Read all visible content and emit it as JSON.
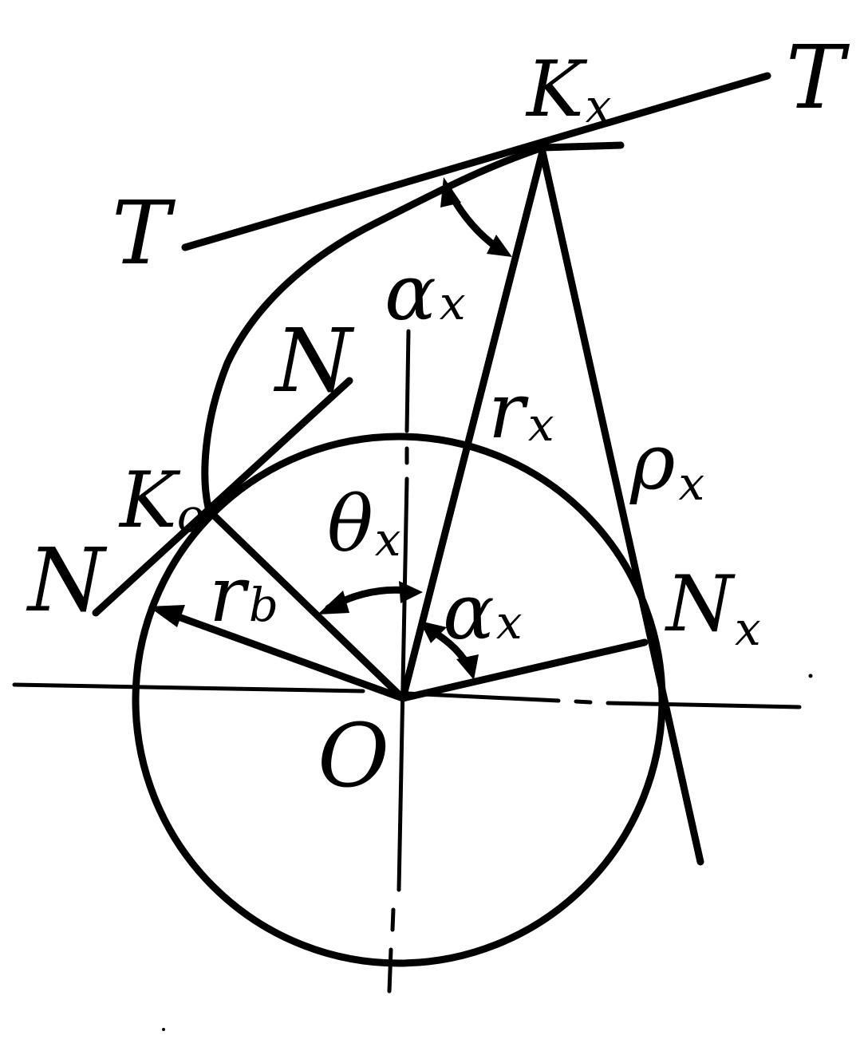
{
  "labels": {
    "tangent_left": "T",
    "tangent_right": "T",
    "point_kx_main": "K",
    "point_kx_sub": "x",
    "alpha_top_main": "α",
    "alpha_top_sub": "x",
    "normal_upper": "N",
    "normal_lower": "N",
    "radius_rx_main": "r",
    "radius_rx_sub": "x",
    "rho_main": "ρ",
    "rho_sub": "x",
    "point_k0_main": "K",
    "point_k0_sub": "o",
    "theta_main": "θ",
    "theta_sub": "x",
    "alpha_low_main": "α",
    "alpha_low_sub": "x",
    "radius_rb_main": "r",
    "radius_rb_sub": "b",
    "point_nx_main": "N",
    "point_nx_sub": "x",
    "center": "O"
  }
}
